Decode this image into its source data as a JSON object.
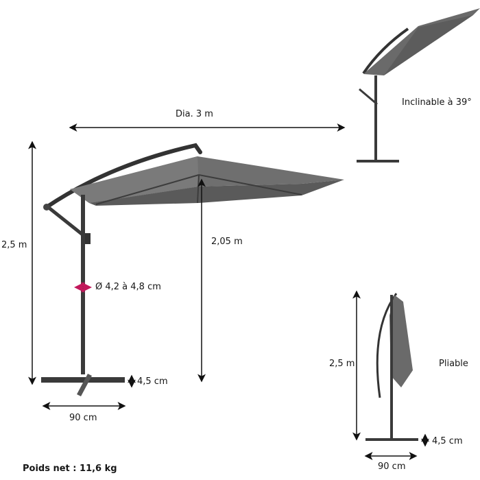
{
  "labels": {
    "diameter": "Dia. 3 m",
    "total_height": "2,5 m",
    "clearance_height": "2,05 m",
    "pole_diameter": "Ø 4,2 à 4,8 cm",
    "base_thickness": "4,5 cm",
    "base_width": "90 cm",
    "net_weight": "Poids net : 11,6 kg",
    "tilt": "Inclinable à 39°",
    "folded_height": "2,5 m",
    "foldable": "Pliable",
    "folded_base_thickness": "4,5 cm",
    "folded_base_width": "90 cm"
  },
  "colors": {
    "canopy": "#6b6b6b",
    "canopy_dark": "#555555",
    "frame": "#3a3a3a",
    "dimension_line": "#111111",
    "pole_marker": "#c2185b"
  }
}
